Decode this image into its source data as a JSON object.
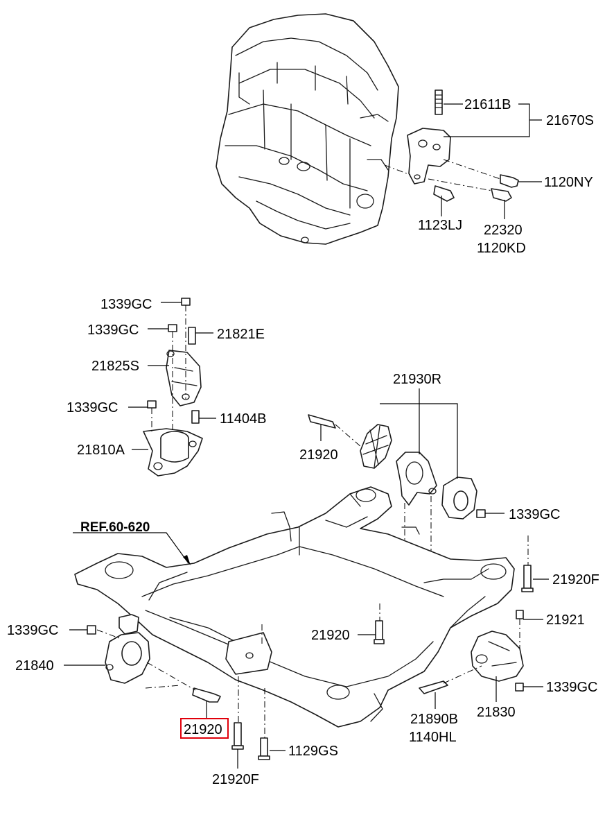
{
  "diagram": {
    "reference": "REF.60-620",
    "highlighted_part": "21920",
    "labels": {
      "p21611B": "21611B",
      "p21670S": "21670S",
      "p1120NY": "1120NY",
      "p1123LJ": "1123LJ",
      "p22320": "22320",
      "p1120KD": "1120KD",
      "p1339GC_a": "1339GC",
      "p1339GC_b": "1339GC",
      "p21821E": "21821E",
      "p21825S": "21825S",
      "p1339GC_c": "1339GC",
      "p11404B": "11404B",
      "p21810A": "21810A",
      "p21930R": "21930R",
      "p21920_top": "21920",
      "p1339GC_d": "1339GC",
      "p21920F_right": "21920F",
      "p1339GC_e": "1339GC",
      "p21840": "21840",
      "p21920_mid": "21920",
      "p21921": "21921",
      "p1339GC_f": "1339GC",
      "p21890B": "21890B",
      "p1140HL": "1140HL",
      "p21830": "21830",
      "p21920_boxed": "21920",
      "p1129GS": "1129GS",
      "p21920F_bottom": "21920F"
    }
  }
}
